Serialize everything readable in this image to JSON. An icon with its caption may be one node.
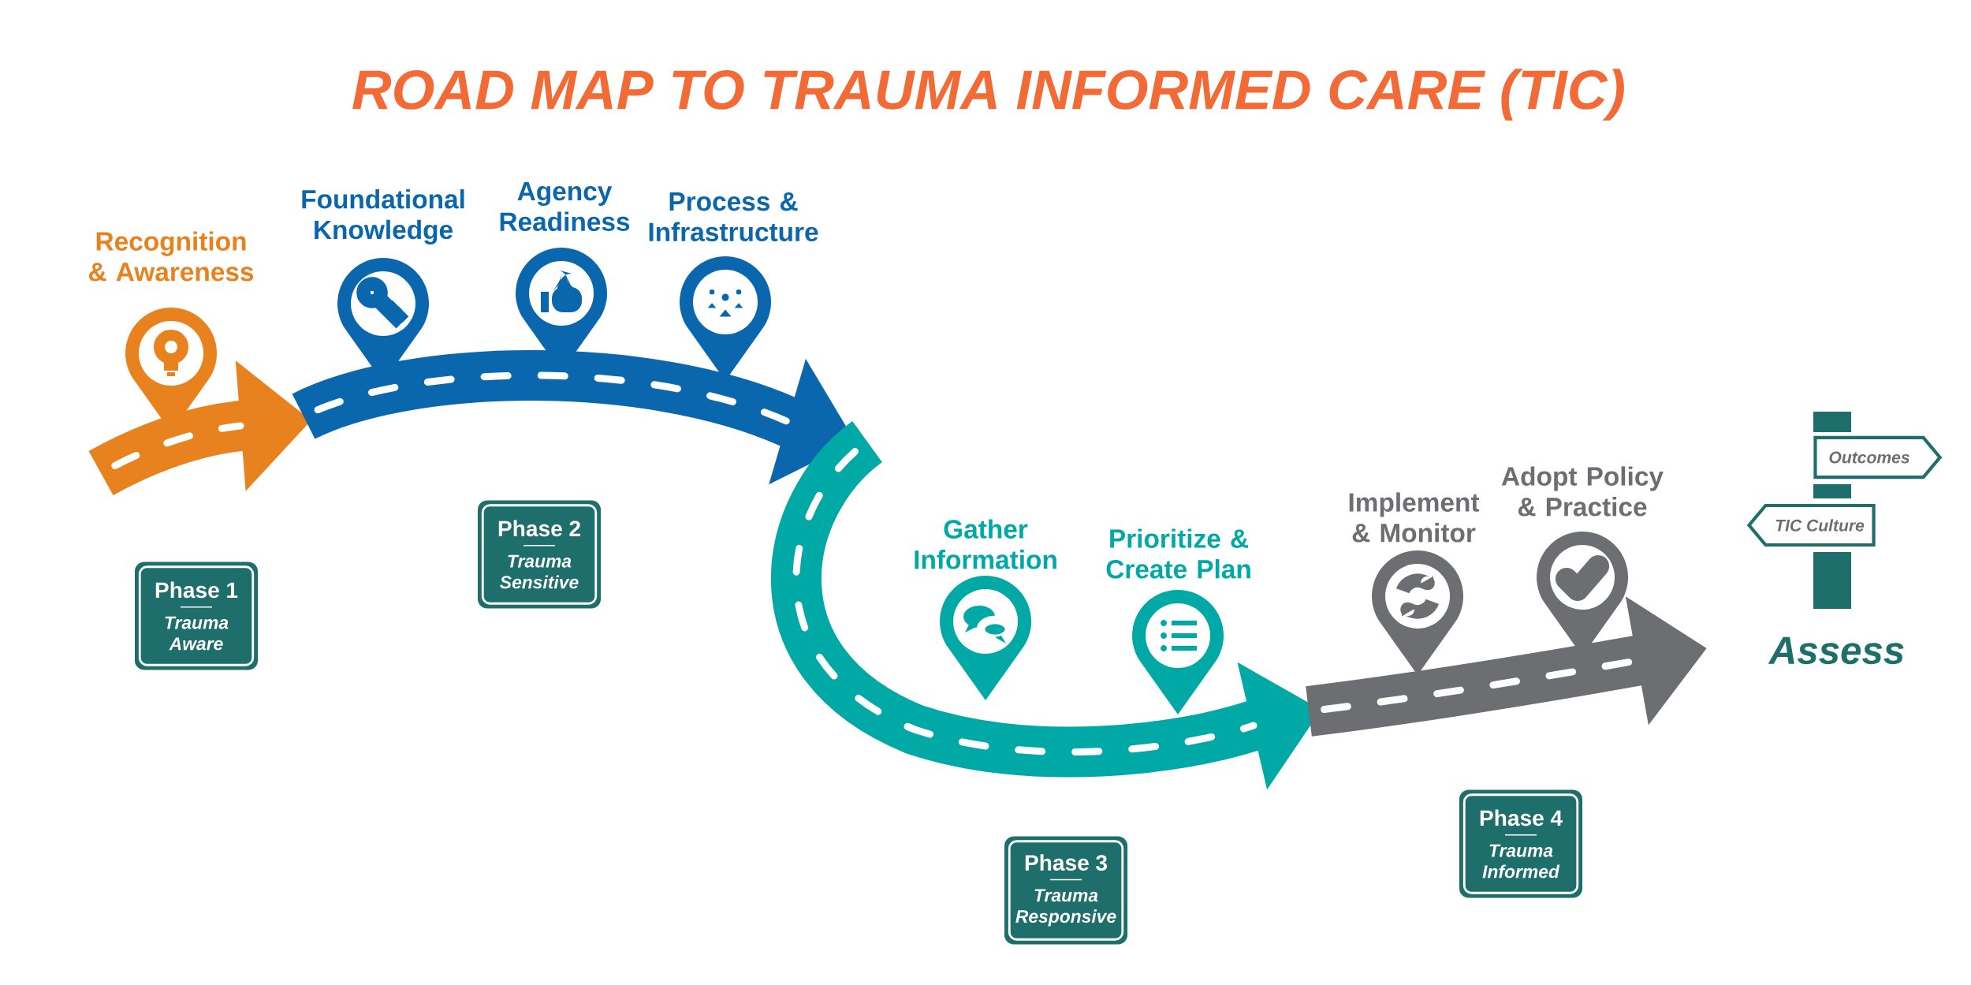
{
  "diagram": {
    "title": "ROAD MAP TO TRAUMA INFORMED CARE (TIC)",
    "nodes": [
      {
        "text": [
          "Recognition & Awareness"
        ]
      },
      {
        "text": [
          "Foundational Knowledge"
        ]
      },
      {
        "text": [
          "Agency Readiness"
        ]
      },
      {
        "text": [
          "Process & Infrastructure"
        ]
      },
      {
        "text": [
          "Gather Information"
        ]
      },
      {
        "text": [
          "Prioritize & Create Plan"
        ]
      },
      {
        "text": [
          "Implement & Monitor"
        ]
      },
      {
        "text": [
          "Adopt Policy & Practice"
        ]
      },
      {
        "text": [
          "Phase 1",
          "Trauma Aware"
        ]
      },
      {
        "text": [
          "Phase 2",
          "Trauma Sensitive"
        ]
      },
      {
        "text": [
          "Phase 3",
          "Trauma Responsive"
        ]
      },
      {
        "text": [
          "Phase 4",
          "Trauma Informed"
        ]
      },
      {
        "text": [
          "Outcomes"
        ]
      },
      {
        "text": [
          "TIC Culture"
        ]
      }
    ],
    "labels": [
      "Assess"
    ]
  }
}
